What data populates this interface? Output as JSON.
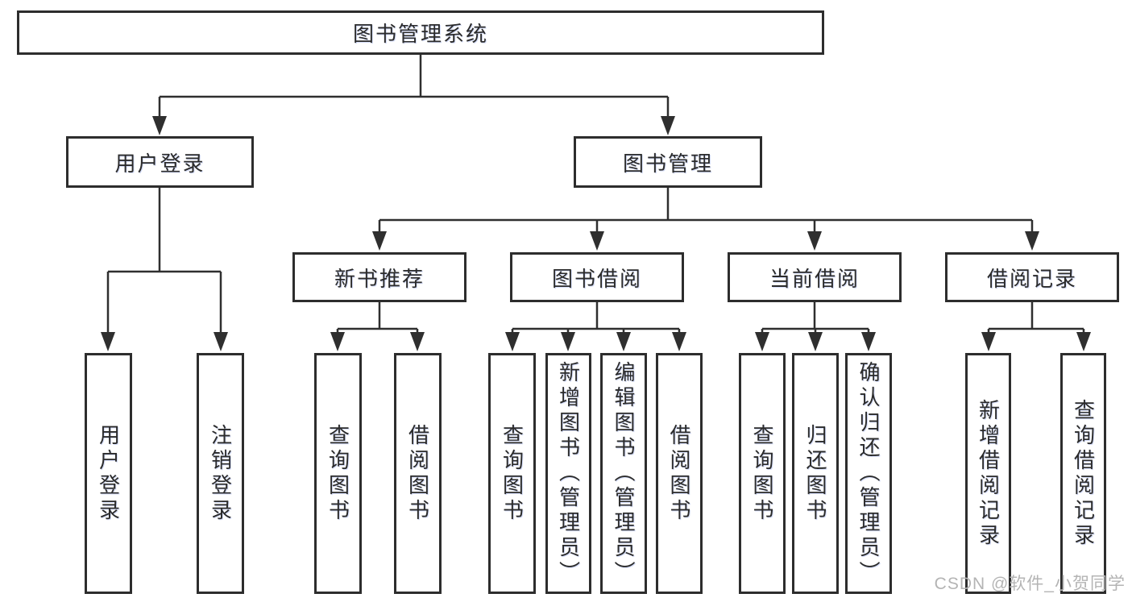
{
  "tree": {
    "label": "图书管理系统",
    "children": [
      {
        "label": "用户登录",
        "children": [
          {
            "label": "用户登录"
          },
          {
            "label": "注销登录"
          }
        ]
      },
      {
        "label": "图书管理",
        "children": [
          {
            "label": "新书推荐",
            "children": [
              {
                "label": "查询图书"
              },
              {
                "label": "借阅图书"
              }
            ]
          },
          {
            "label": "图书借阅",
            "children": [
              {
                "label": "查询图书"
              },
              {
                "label": "新增图书（管理员）"
              },
              {
                "label": "编辑图书（管理员）"
              },
              {
                "label": "借阅图书"
              }
            ]
          },
          {
            "label": "当前借阅",
            "children": [
              {
                "label": "查询图书"
              },
              {
                "label": "归还图书"
              },
              {
                "label": "确认归还（管理员）"
              }
            ]
          },
          {
            "label": "借阅记录",
            "children": [
              {
                "label": "新增借阅记录"
              },
              {
                "label": "查询借阅记录"
              }
            ]
          }
        ]
      }
    ]
  },
  "watermark": {
    "text": "CSDN @软件_小贺同学"
  },
  "colors": {
    "line": "#2f2f2f",
    "box_border": "#2d2d2d",
    "text": "#2b2b2b",
    "watermark": "#b4b4b4",
    "background": "#ffffff"
  }
}
